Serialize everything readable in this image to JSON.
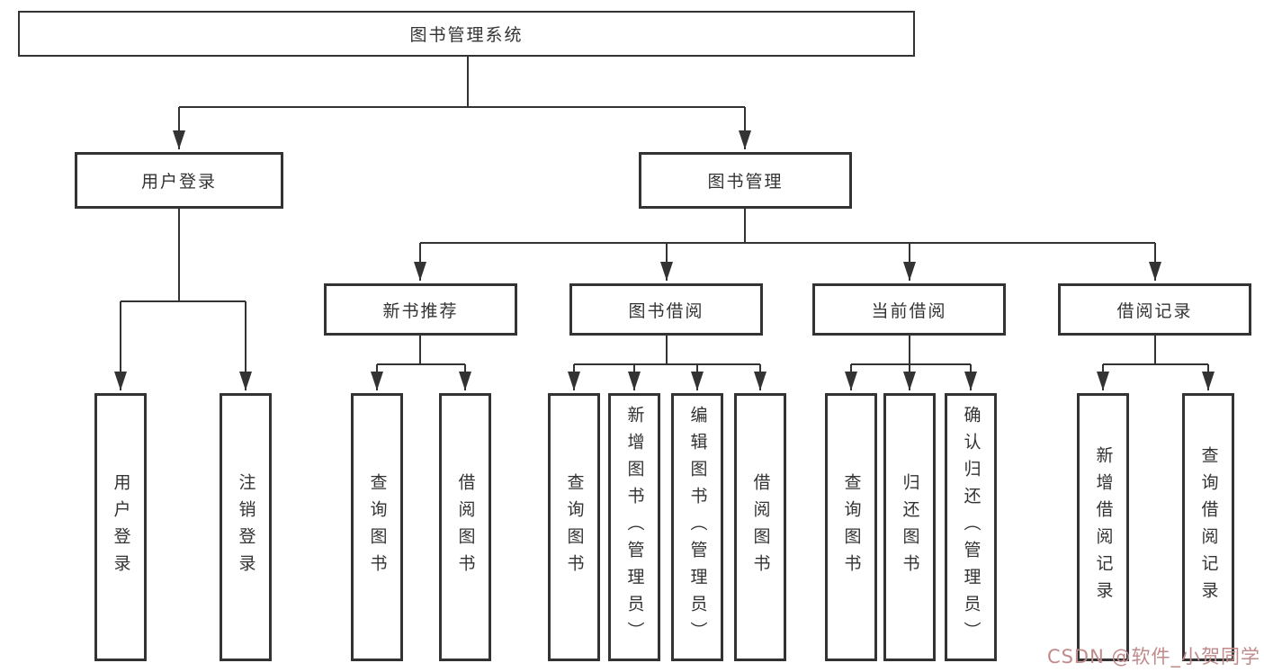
{
  "diagram_title": "图书管理系统",
  "tree": {
    "root": "图书管理系统",
    "branches": [
      {
        "label": "用户登录",
        "children": [
          "用户登录",
          "注销登录"
        ]
      },
      {
        "label": "图书管理",
        "groups": [
          {
            "label": "新书推荐",
            "children": [
              "查询图书",
              "借阅图书"
            ]
          },
          {
            "label": "图书借阅",
            "children": [
              "查询图书",
              "新增图书（管理员）",
              "编辑图书（管理员）",
              "借阅图书"
            ]
          },
          {
            "label": "当前借阅",
            "children": [
              "查询图书",
              "归还图书",
              "确认归还（管理员）"
            ]
          },
          {
            "label": "借阅记录",
            "children": [
              "新增借阅记录",
              "查询借阅记录"
            ]
          }
        ]
      }
    ]
  },
  "watermark": "CSDN @软件_小贺同学",
  "colors": {
    "line": "#333333",
    "box_border": "#333333",
    "text": "#333333",
    "background": "#ffffff",
    "watermark": "#c08a8a"
  }
}
